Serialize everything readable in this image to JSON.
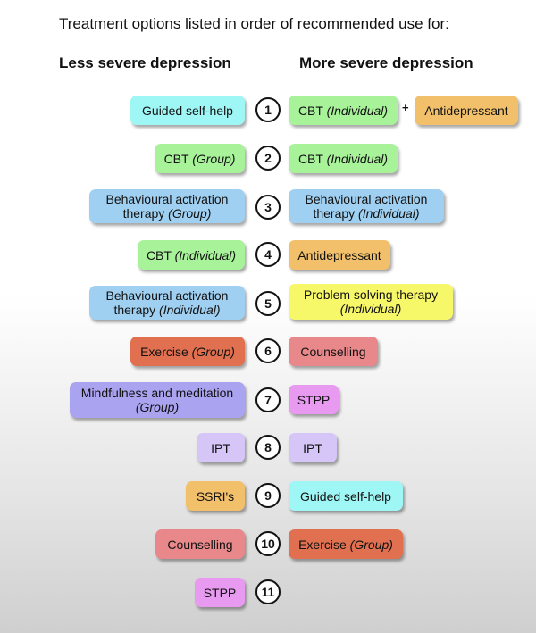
{
  "title": "Treatment options listed in order of recommended use for:",
  "columns": {
    "left": "Less severe depression",
    "right": "More severe depression"
  },
  "colors": {
    "cyan": "#9ef6f5",
    "green": "#a8f29a",
    "blue": "#9fd0f1",
    "orange": "#f2c06a",
    "red": "#e07050",
    "pink": "#e8888a",
    "violet": "#a9a3f0",
    "lavender": "#d6c6f7",
    "magenta": "#e79af0",
    "yellow": "#f7f76a"
  },
  "rows": [
    {
      "number": "1",
      "left": {
        "line1": "Guided self-help",
        "line2": ""
      },
      "right": {
        "line1": "CBT",
        "italic": "(Individual)",
        "line2": ""
      },
      "plus": "+",
      "extra": {
        "line1": "Antidepressant"
      }
    },
    {
      "number": "2",
      "left": {
        "line1": "CBT",
        "italic": "(Group)"
      },
      "right": {
        "line1": "CBT",
        "italic": "(Individual)"
      }
    },
    {
      "number": "3",
      "left": {
        "line1": "Behavioural activation",
        "line2": "therapy",
        "italic": "(Group)"
      },
      "right": {
        "line1": "Behavioural activation",
        "line2": "therapy",
        "italic": "(Individual)"
      }
    },
    {
      "number": "4",
      "left": {
        "line1": "CBT",
        "italic": "(Individual)"
      },
      "right": {
        "line1": "Antidepressant"
      }
    },
    {
      "number": "5",
      "left": {
        "line1": "Behavioural activation",
        "line2": "therapy",
        "italic": "(Individual)"
      },
      "right": {
        "line1": "Problem solving therapy",
        "italic": "(Individual)"
      }
    },
    {
      "number": "6",
      "left": {
        "line1": "Exercise",
        "italic": "(Group)"
      },
      "right": {
        "line1": "Counselling"
      }
    },
    {
      "number": "7",
      "left": {
        "line1": "Mindfulness and meditation",
        "italic": "(Group)"
      },
      "right": {
        "line1": "STPP"
      }
    },
    {
      "number": "8",
      "left": {
        "line1": "IPT"
      },
      "right": {
        "line1": "IPT"
      }
    },
    {
      "number": "9",
      "left": {
        "line1": "SSRI's"
      },
      "right": {
        "line1": "Guided self-help"
      }
    },
    {
      "number": "10",
      "left": {
        "line1": "Counselling"
      },
      "right": {
        "line1": "Exercise",
        "italic": "(Group)"
      }
    },
    {
      "number": "11",
      "left": {
        "line1": "STPP"
      }
    }
  ]
}
